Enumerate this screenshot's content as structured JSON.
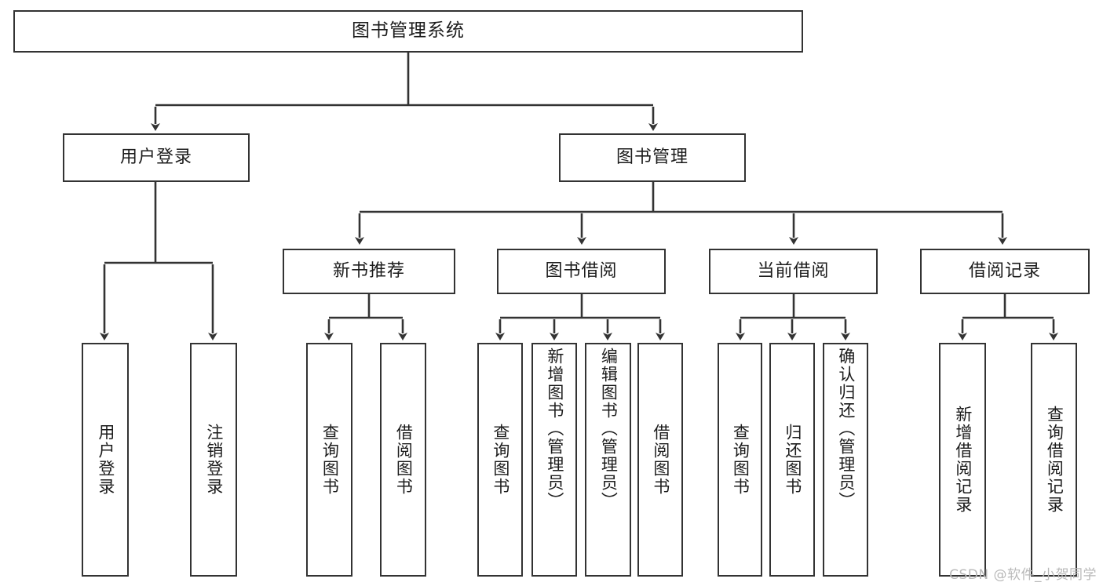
{
  "diagram": {
    "title": "图书管理系统",
    "type": "tree-hierarchy-chart",
    "root": {
      "label": "图书管理系统"
    },
    "level2": [
      {
        "label": "用户登录"
      },
      {
        "label": "图书管理"
      }
    ],
    "level3": [
      {
        "label": "新书推荐"
      },
      {
        "label": "图书借阅"
      },
      {
        "label": "当前借阅"
      },
      {
        "label": "借阅记录"
      }
    ],
    "leaves": {
      "user_login": [
        {
          "label": "用户登录"
        },
        {
          "label": "注销登录"
        }
      ],
      "new_book_recommend": [
        {
          "label": "查询图书"
        },
        {
          "label": "借阅图书"
        }
      ],
      "book_borrow": [
        {
          "label": "查询图书"
        },
        {
          "label": "新增图书（管理员）"
        },
        {
          "label": "编辑图书（管理员）"
        },
        {
          "label": "借阅图书"
        }
      ],
      "current_borrow": [
        {
          "label": "查询图书"
        },
        {
          "label": "归还图书"
        },
        {
          "label": "确认归还（管理员）"
        }
      ],
      "borrow_record": [
        {
          "label": "新增借阅记录"
        },
        {
          "label": "查询借阅记录"
        }
      ]
    }
  },
  "watermark": {
    "text": "CSDN @软件_小贺同学"
  },
  "colors": {
    "stroke": "#333333",
    "text": "#1c1c1c",
    "background": "#ffffff",
    "watermark": "#b9b9b9"
  }
}
